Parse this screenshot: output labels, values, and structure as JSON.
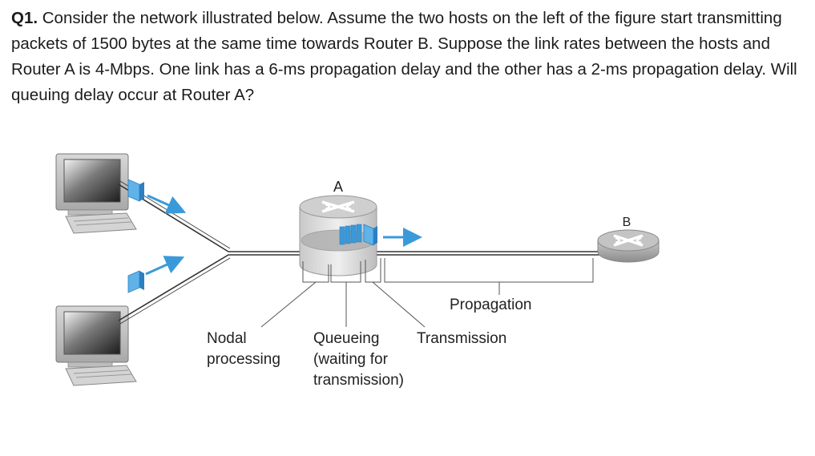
{
  "question": {
    "number": "Q1.",
    "text": "Consider the network illustrated below. Assume the two hosts on the left of the figure start transmitting packets of 1500 bytes at the same time towards Router B. Suppose the link rates between the hosts and Router A is 4-Mbps. One link has a 6-ms propagation delay and the other has a 2-ms propagation delay. Will queuing delay occur at Router A?"
  },
  "diagram": {
    "router_a_label": "A",
    "router_b_label": "B",
    "labels": {
      "propagation": "Propagation",
      "nodal_processing_1": "Nodal",
      "nodal_processing_2": "processing",
      "queueing_1": "Queueing",
      "queueing_2": "(waiting for",
      "queueing_3": "transmission)",
      "transmission": "Transmission"
    },
    "colors": {
      "packet": "#4aa3df",
      "packet_dark": "#2d7fc0",
      "arrow": "#3a9ad9",
      "link": "#333333"
    }
  }
}
